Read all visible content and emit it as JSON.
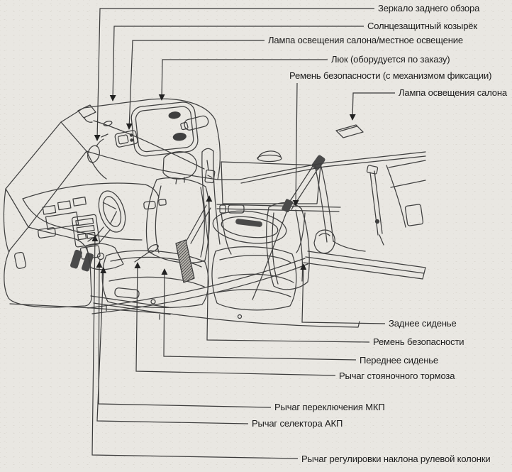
{
  "diagram": {
    "type": "car-interior-cutaway-manual-figure",
    "language": "ru",
    "colors": {
      "paper": "#e9e7e2",
      "line": "#3f3f3f",
      "text": "#1c1c1c",
      "arrow": "#222222"
    },
    "callouts_top": [
      {
        "id": "rearview-mirror",
        "text": "Зеркало заднего обзора"
      },
      {
        "id": "sun-visor",
        "text": "Солнцезащитный козырёк"
      },
      {
        "id": "cabin-map-light",
        "text": "Лампа освещения салона/местное освещение"
      },
      {
        "id": "sunroof",
        "text": "Люк (оборудуется по заказу)"
      },
      {
        "id": "seat-belt-lock",
        "text": "Ремень безопасности (с механизмом фиксации)"
      },
      {
        "id": "rear-cabin-light",
        "text": "Лампа освещения салона"
      }
    ],
    "callouts_bottom": [
      {
        "id": "rear-seat",
        "text": "Заднее сиденье"
      },
      {
        "id": "seat-belt",
        "text": "Ремень безопасности"
      },
      {
        "id": "front-seat",
        "text": "Переднее сиденье"
      },
      {
        "id": "parking-brake",
        "text": "Рычаг стояночного тормоза"
      },
      {
        "id": "mt-shift-lever",
        "text": "Рычаг переключения МКП"
      },
      {
        "id": "at-selector",
        "text": "Рычаг селектора АКП"
      },
      {
        "id": "tilt-lever",
        "text": "Рычаг регулировки наклона рулевой колонки"
      }
    ]
  }
}
